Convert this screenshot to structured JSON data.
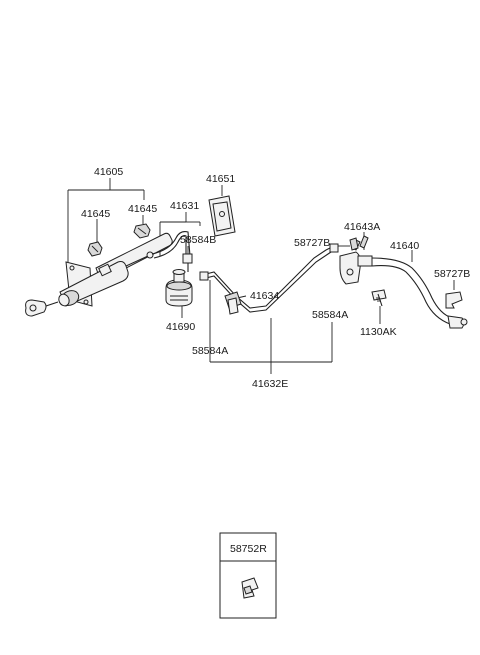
{
  "labels": {
    "l41605": "41605",
    "l41645a": "41645",
    "l41645b": "41645",
    "l41651": "41651",
    "l41631": "41631",
    "l58584B": "58584B",
    "l41690": "41690",
    "l41643A": "41643A",
    "l58727B_a": "58727B",
    "l41640": "41640",
    "l58727B_b": "58727B",
    "l41634": "41634",
    "l58584A_r": "58584A",
    "l1130AK": "1130AK",
    "l58584A_l": "58584A",
    "l41632E": "41632E",
    "l58752R": "58752R"
  }
}
